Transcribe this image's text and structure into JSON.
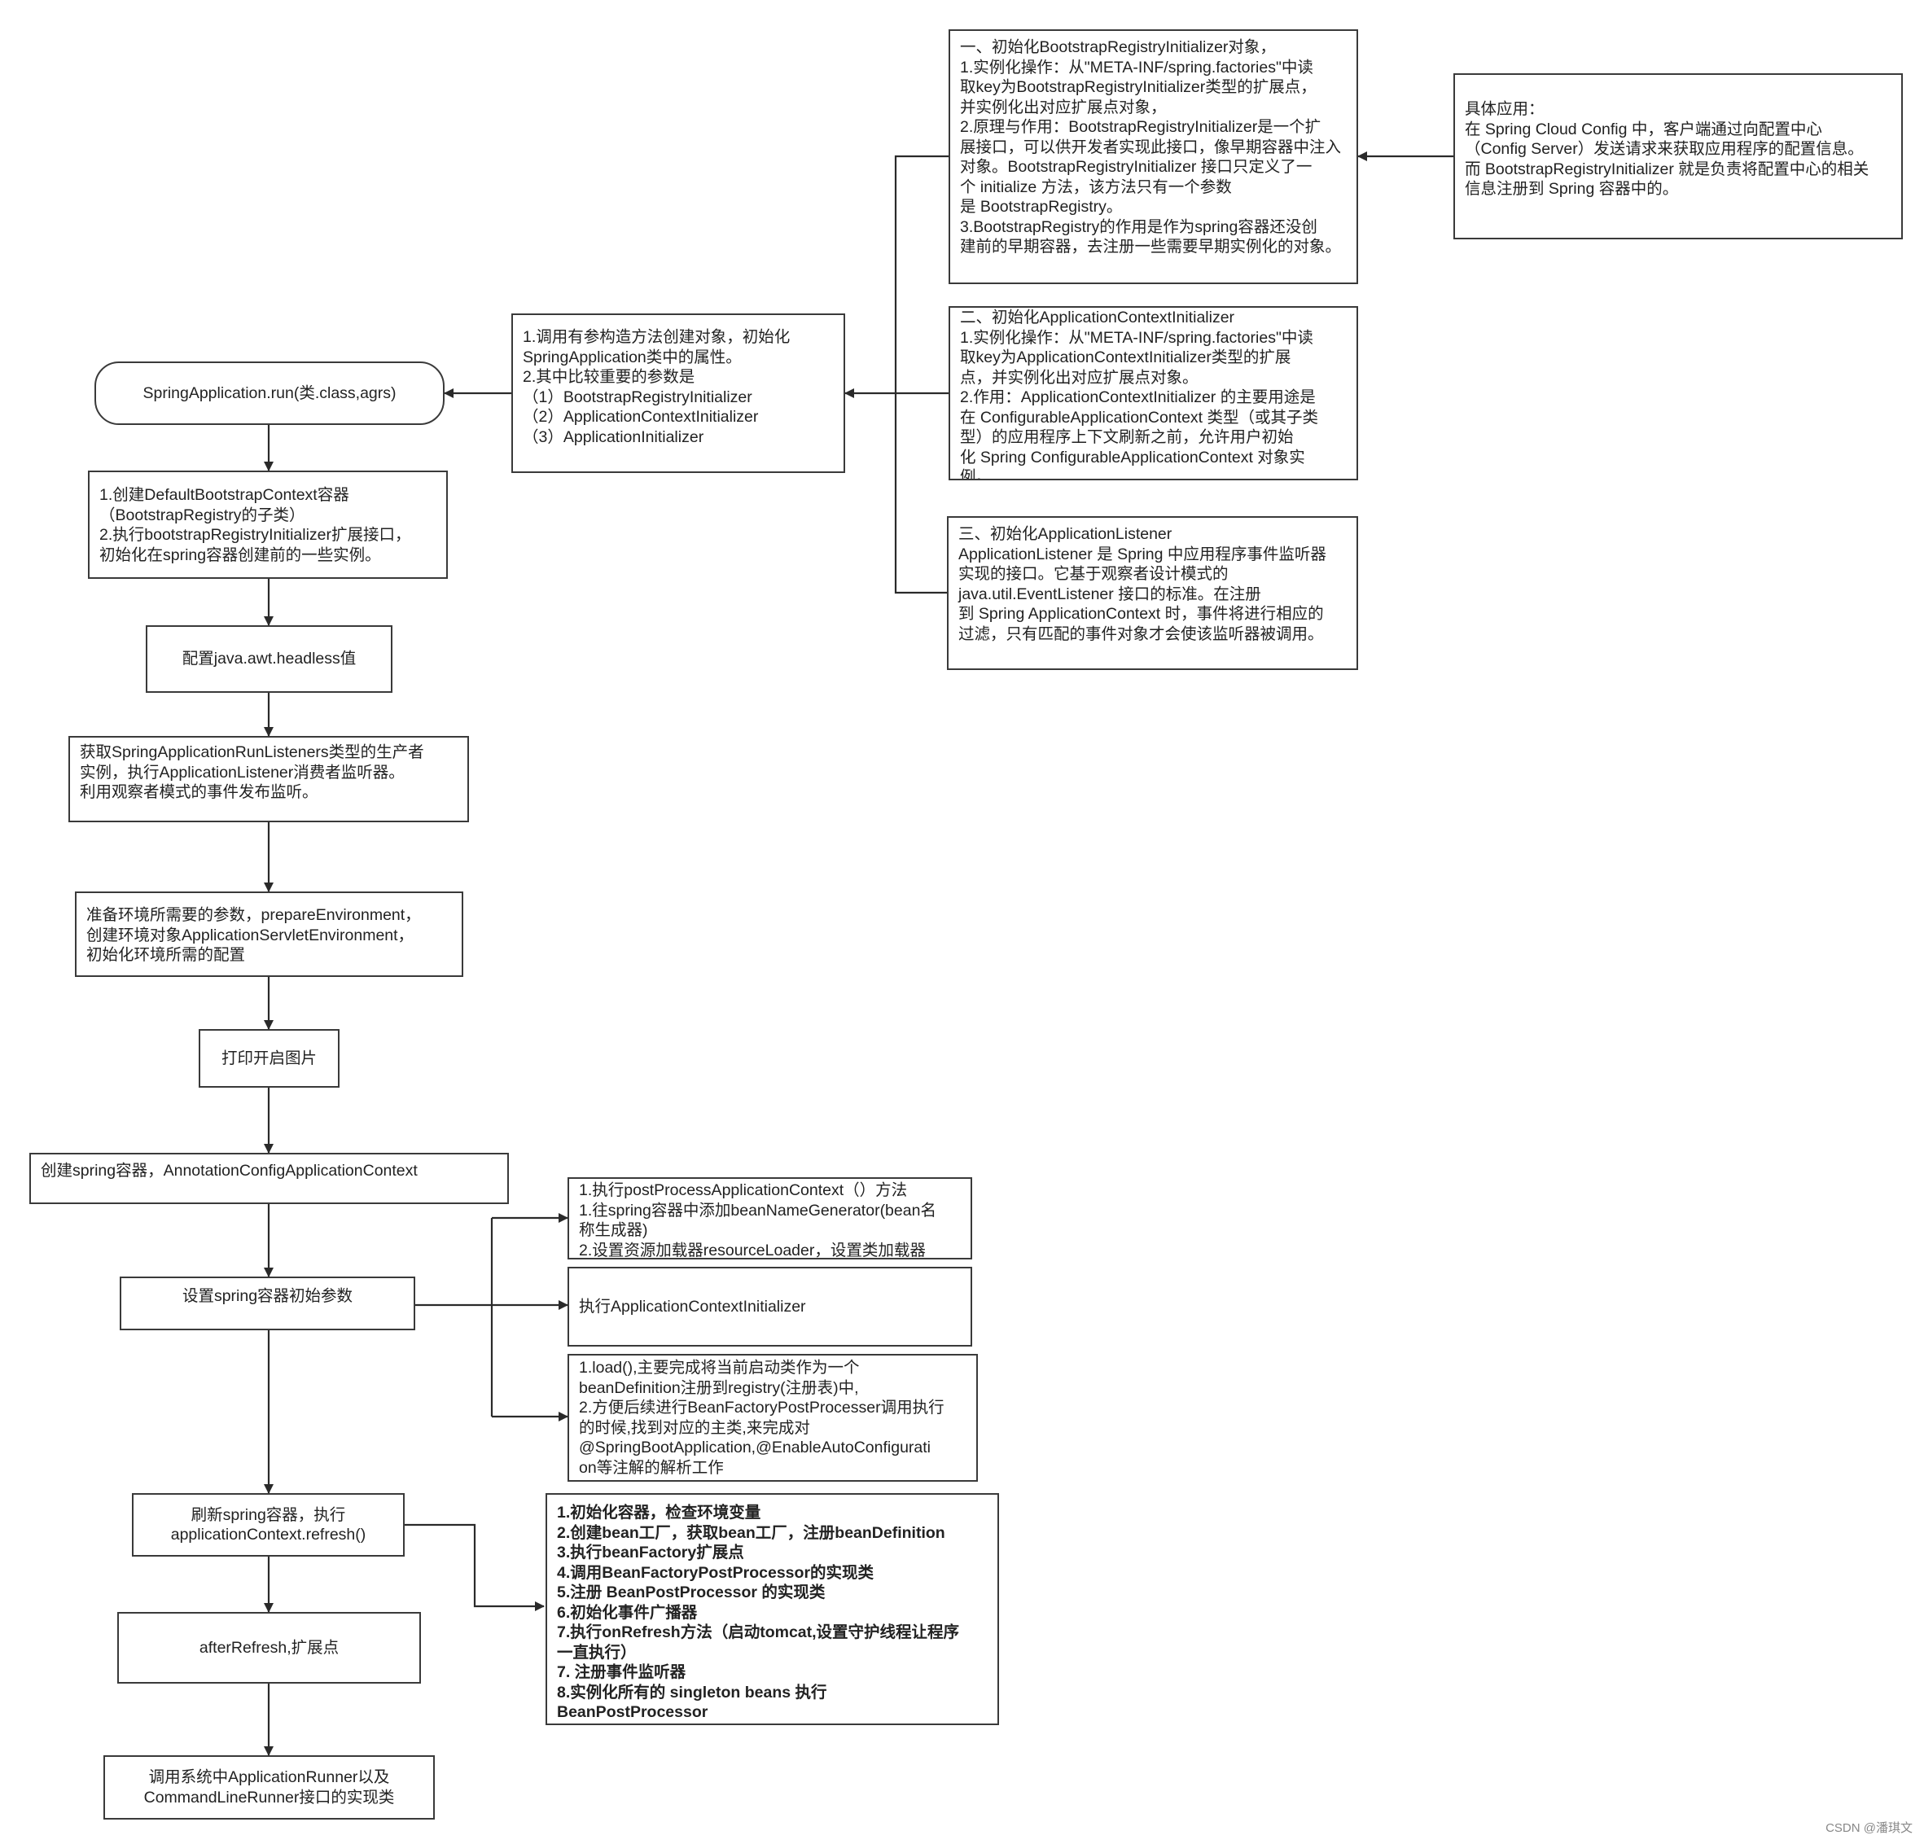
{
  "run_node": "SpringApplication.run(类.class,agrs)",
  "constructor": {
    "lines": [
      "1.调用有参构造方法创建对象，初始化",
      "SpringApplication类中的属性。",
      "2.其中比较重要的参数是",
      "（1）BootstrapRegistryInitializer",
      "（2）ApplicationContextInitializer",
      "（3）ApplicationInitializer"
    ]
  },
  "init_bootstrap": {
    "lines": [
      "一、初始化BootstrapRegistryInitializer对象，",
      "1.实例化操作：从\"META-INF/spring.factories\"中读",
      "取key为BootstrapRegistryInitializer类型的扩展点，",
      "并实例化出对应扩展点对象，",
      "2.原理与作用：BootstrapRegistryInitializer是一个扩",
      "展接口，可以供开发者实现此接口，像早期容器中注入",
      "对象。BootstrapRegistryInitializer 接口只定义了一",
      "个 initialize 方法，该方法只有一个参数",
      "是 BootstrapRegistry。",
      "3.BootstrapRegistry的作用是作为spring容器还没创",
      "建前的早期容器，去注册一些需要早期实例化的对象。"
    ]
  },
  "application_note": {
    "lines": [
      "具体应用：",
      "在 Spring Cloud Config 中，客户端通过向配置中心",
      "（Config Server）发送请求来获取应用程序的配置信息。",
      "而 BootstrapRegistryInitializer 就是负责将配置中心的相关",
      "信息注册到 Spring 容器中的。"
    ]
  },
  "init_context_initializer": {
    "lines": [
      "二、初始化ApplicationContextInitializer",
      "1.实例化操作：从\"META-INF/spring.factories\"中读",
      "取key为ApplicationContextInitializer类型的扩展",
      "点，并实例化出对应扩展点对象。",
      "2.作用：ApplicationContextInitializer 的主要用途是",
      "在 ConfigurableApplicationContext 类型（或其子类",
      "型）的应用程序上下文刷新之前，允许用户初始",
      "化 Spring ConfigurableApplicationContext 对象实",
      "例。"
    ]
  },
  "init_listener": {
    "lines": [
      "三、初始化ApplicationListener",
      "ApplicationListener 是 Spring 中应用程序事件监听器",
      "实现的接口。它基于观察者设计模式的",
      "java.util.EventListener 接口的标准。在注册",
      "到 Spring ApplicationContext 时，事件将进行相应的",
      "过滤，只有匹配的事件对象才会使该监听器被调用。"
    ]
  },
  "steps": {
    "bootstrap_context": [
      "1.创建DefaultBootstrapContext容器",
      "（BootstrapRegistry的子类）",
      "2.执行bootstrapRegistryInitializer扩展接口，",
      "初始化在spring容器创建前的一些实例。"
    ],
    "headless": "配置java.awt.headless值",
    "run_listeners": [
      "获取SpringApplicationRunListeners类型的生产者",
      "实例，执行ApplicationListener消费者监听器。",
      "利用观察者模式的事件发布监听。"
    ],
    "prepare_env": [
      "准备环境所需要的参数，prepareEnvironment，",
      "创建环境对象ApplicationServletEnvironment，",
      "初始化环境所需的配置"
    ],
    "banner": "打印开启图片",
    "create_context": "创建spring容器，AnnotationConfigApplicationContext",
    "prepare_context": "设置spring容器初始参数",
    "refresh": [
      "刷新spring容器，执行",
      "applicationContext.refresh()"
    ],
    "after_refresh": "afterRefresh,扩展点",
    "runners": [
      "调用系统中ApplicationRunner以及",
      "CommandLineRunner接口的实现类"
    ]
  },
  "prepare_details": {
    "post_process": [
      "1.执行postProcessApplicationContext（）方法",
      "1.往spring容器中添加beanNameGenerator(bean名",
      "称生成器)",
      "2.设置资源加载器resourceLoader，设置类加载器"
    ],
    "apply_initializers": "执行ApplicationContextInitializer",
    "load": [
      "1.load(),主要完成将当前启动类作为一个",
      "beanDefinition注册到registry(注册表)中,",
      "2.方便后续进行BeanFactoryPostProcesser调用执行",
      "的时候,找到对应的主类,来完成对",
      "@SpringBootApplication,@EnableAutoConfigurati",
      "on等注解的解析工作"
    ]
  },
  "refresh_details": {
    "lines": [
      "1.初始化容器，检查环境变量",
      "2.创建bean工厂，获取bean工厂，注册beanDefinition",
      "3.执行beanFactory扩展点",
      "4.调用BeanFactoryPostProcessor的实现类",
      "5.注册 BeanPostProcessor 的实现类",
      "6.初始化事件广播器",
      "7.执行onRefresh方法（启动tomcat,设置守护线程让程序",
      "一直执行）",
      "7. 注册事件监听器",
      "8.实例化所有的 singleton beans 执行",
      "BeanPostProcessor"
    ]
  },
  "watermark": "CSDN @潘琪文"
}
